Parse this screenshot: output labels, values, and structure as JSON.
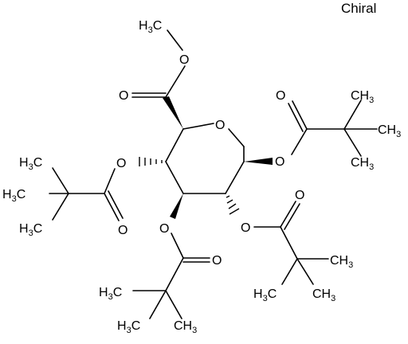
{
  "molecule": {
    "chirality_label": "Chiral",
    "atoms": {
      "ester_methyl": {
        "main": "H",
        "sub": "3",
        "end": "C"
      },
      "ester_O_single": "O",
      "ester_O_double": "O",
      "ring_O": "O",
      "c1_O": "O",
      "c1_carbonyl_O": "O",
      "c1_me_top": {
        "main": "CH",
        "sub": "3"
      },
      "c1_me_right": {
        "main": "CH",
        "sub": "3"
      },
      "c1_me_bottom": {
        "main": "CH",
        "sub": "3"
      },
      "c4_O": "O",
      "c4_carbonyl_O": "O",
      "c4_me_top": {
        "main": "H",
        "sub": "3",
        "end": "C"
      },
      "c4_me_left": {
        "main": "H",
        "sub": "3",
        "end": "C"
      },
      "c4_me_bottom": {
        "main": "H",
        "sub": "3",
        "end": "C"
      },
      "c3_O": "O",
      "c3_carbonyl_O": "O",
      "c3_me_left": {
        "main": "H",
        "sub": "3",
        "end": "C"
      },
      "c3_me_bottom_left": {
        "main": "H",
        "sub": "3",
        "end": "C"
      },
      "c3_me_bottom_right": {
        "main": "CH",
        "sub": "3"
      },
      "c2_O": "O",
      "c2_carbonyl_O": "O",
      "c2_me_right": {
        "main": "CH",
        "sub": "3"
      },
      "c2_me_bottom_left": {
        "main": "H",
        "sub": "3",
        "end": "C"
      },
      "c2_me_bottom_right": {
        "main": "CH",
        "sub": "3"
      }
    }
  }
}
